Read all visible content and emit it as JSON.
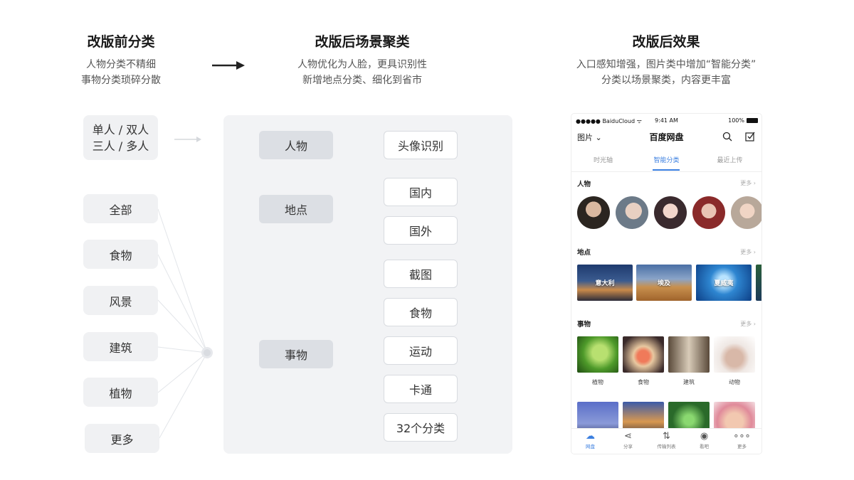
{
  "columns": {
    "before": {
      "title": "改版前分类",
      "desc_line1": "人物分类不精细",
      "desc_line2": "事物分类琐碎分散"
    },
    "after": {
      "title": "改版后场景聚类",
      "desc_line1": "人物优化为人脸，更具识别性",
      "desc_line2": "新增地点分类、细化到省市"
    },
    "effect": {
      "title": "改版后效果",
      "desc_line1": "入口感知增强，图片类中增加“智能分类”",
      "desc_line2": "分类以场景聚类，内容更丰富"
    }
  },
  "before": {
    "people_line1": "单人 / 双人",
    "people_line2": "三人 / 多人",
    "items": [
      "全部",
      "食物",
      "风景",
      "建筑",
      "植物",
      "更多"
    ]
  },
  "after": {
    "groups": [
      {
        "label": "人物",
        "children": [
          "头像识别"
        ]
      },
      {
        "label": "地点",
        "children": [
          "国内",
          "国外"
        ]
      },
      {
        "label": "事物",
        "children": [
          "截图",
          "食物",
          "运动",
          "卡通",
          "32个分类"
        ]
      }
    ]
  },
  "phone": {
    "status": {
      "carrier": "●●●●● BaiduCloud ᯤ",
      "time": "9:41 AM",
      "battery": "100%"
    },
    "nav": {
      "left": "图片",
      "title": "百度网盘"
    },
    "tabs": [
      "时光轴",
      "智能分类",
      "最近上传"
    ],
    "active_tab": 1,
    "sections": {
      "people": {
        "title": "人物",
        "more": "更多"
      },
      "places": {
        "title": "地点",
        "more": "更多",
        "items": [
          "意大利",
          "埃及",
          "夏威夷"
        ]
      },
      "things": {
        "title": "事物",
        "more": "更多",
        "items": [
          "植物",
          "食物",
          "建筑",
          "动物"
        ]
      }
    },
    "tabbar": [
      "网盘",
      "分享",
      "传输列表",
      "看吧",
      "更多"
    ],
    "accent_color": "#3b7fe0"
  }
}
